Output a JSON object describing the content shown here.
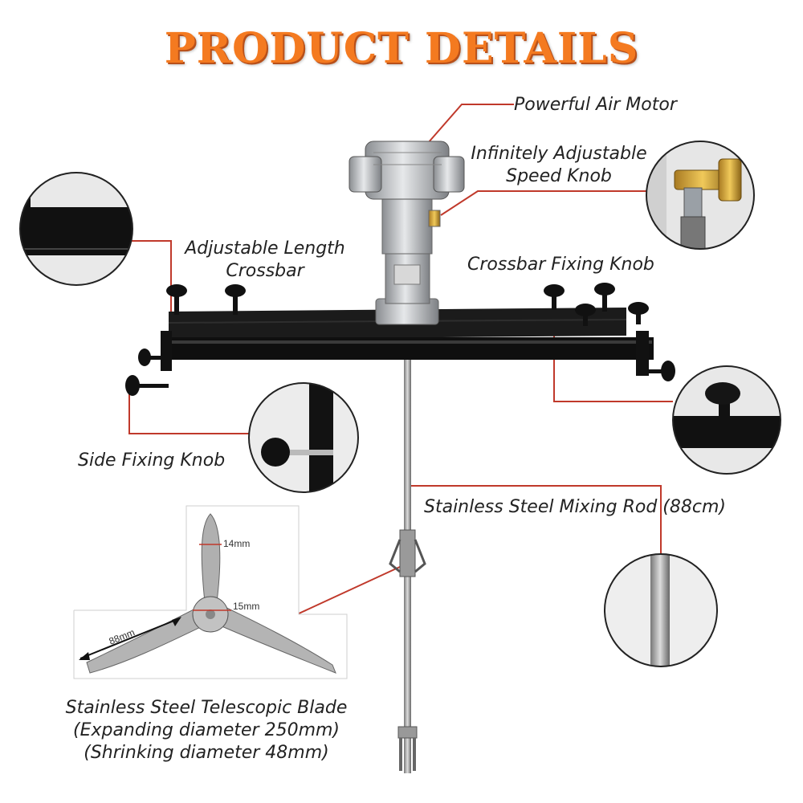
{
  "title": "PRODUCT DETAILS",
  "labels": {
    "air_motor": "Powerful Air Motor",
    "speed_knob_1": "Infinitely Adjustable",
    "speed_knob_2": "Speed Knob",
    "crossbar_1": "Adjustable Length",
    "crossbar_2": "Crossbar",
    "crossbar_knob": "Crossbar Fixing Knob",
    "side_knob": "Side Fixing Knob",
    "mixing_rod": "Stainless Steel Mixing Rod (88cm)",
    "blade_1": "Stainless Steel Telescopic Blade",
    "blade_2": "(Expanding diameter 250mm)",
    "blade_3": "(Shrinking diameter 48mm)"
  },
  "dimensions": {
    "blade_width": "14mm",
    "hub": "15mm",
    "blade_length": "88mm"
  },
  "colors": {
    "title": "#f47a20",
    "leader": "#c0392b",
    "frame": "#111111",
    "metal": "#b9bcc0"
  }
}
